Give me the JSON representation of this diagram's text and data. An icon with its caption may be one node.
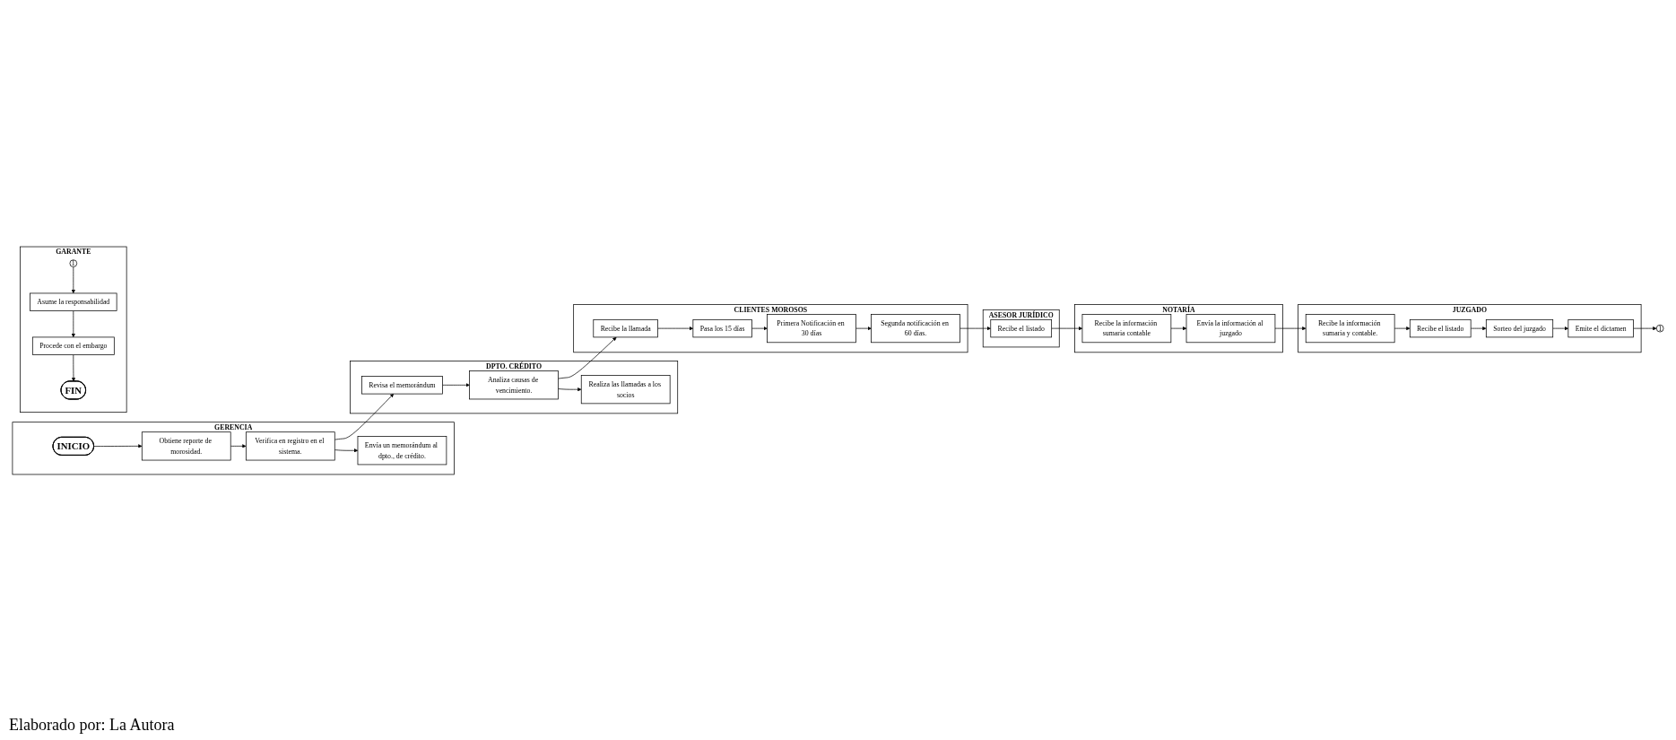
{
  "diagram": {
    "nodes": [
      {
        "text": [
          "GERENCIA"
        ]
      },
      {
        "text": [
          "INICIO"
        ],
        "in": 0
      },
      {
        "text": [
          "Obtiene reporte de morosidad."
        ],
        "in": 0
      },
      {
        "text": [
          "Verifica en registro en el sistema."
        ],
        "in": 0
      },
      {
        "text": [
          "Envía un memorándum al dpto., de crédito."
        ],
        "in": 0
      },
      {
        "text": [
          "DPTO. CRÉDITO"
        ]
      },
      {
        "text": [
          "Revisa el memorándum"
        ],
        "in": 5
      },
      {
        "text": [
          "Analiza causas de vencimiento."
        ],
        "in": 5
      },
      {
        "text": [
          "Realiza las llamadas a los socios"
        ],
        "in": 5
      },
      {
        "text": [
          "CLIENTES MOROSOS"
        ]
      },
      {
        "text": [
          "Recibe la llamada"
        ],
        "in": 9
      },
      {
        "text": [
          "Pasa los 15 días"
        ],
        "in": 9
      },
      {
        "text": [
          "Primera Notificación en 30 días"
        ],
        "in": 9
      },
      {
        "text": [
          "Segunda notificación en 60 días."
        ],
        "in": 9
      },
      {
        "text": [
          "ASESOR JURÍDICO"
        ]
      },
      {
        "text": [
          "Recibe el listado"
        ],
        "in": 14
      },
      {
        "text": [
          "NOTARÍA"
        ]
      },
      {
        "text": [
          "Recibe la información sumaria contable"
        ],
        "in": 16
      },
      {
        "text": [
          "Envía la información al juzgado"
        ],
        "in": 16
      },
      {
        "text": [
          "JUZGADO"
        ]
      },
      {
        "text": [
          "Recibe la información sumaria y contable."
        ],
        "in": 19
      },
      {
        "text": [
          "Recibe el listado"
        ],
        "in": 19
      },
      {
        "text": [
          "Sorteo del juzgado"
        ],
        "in": 19
      },
      {
        "text": [
          "Emite el dictamen"
        ],
        "in": 19
      },
      {
        "text": [
          "1"
        ]
      },
      {
        "text": [
          "GARANTE"
        ]
      },
      {
        "text": [
          "1"
        ],
        "in": 25
      },
      {
        "text": [
          "Asume la responsabilidad"
        ],
        "in": 25
      },
      {
        "text": [
          "Procede con el embargo"
        ],
        "in": 25
      },
      {
        "text": [
          "FIN"
        ],
        "in": 25
      }
    ],
    "edges": [
      {
        "from": 1,
        "to": 2,
        "arrow": "to"
      },
      {
        "from": 2,
        "to": 3,
        "arrow": "to"
      },
      {
        "from": 3,
        "to": 4,
        "arrow": "to"
      },
      {
        "from": 3,
        "to": 6,
        "arrow": "to"
      },
      {
        "from": 6,
        "to": 7,
        "arrow": "to"
      },
      {
        "from": 7,
        "to": 8,
        "arrow": "to"
      },
      {
        "from": 7,
        "to": 10,
        "arrow": "to"
      },
      {
        "from": 10,
        "to": 11,
        "arrow": "to"
      },
      {
        "from": 11,
        "to": 12,
        "arrow": "to"
      },
      {
        "from": 12,
        "to": 13,
        "arrow": "to"
      },
      {
        "from": 13,
        "to": 15,
        "arrow": "to"
      },
      {
        "from": 15,
        "to": 17,
        "arrow": "to"
      },
      {
        "from": 17,
        "to": 18,
        "arrow": "to"
      },
      {
        "from": 18,
        "to": 20,
        "arrow": "to"
      },
      {
        "from": 20,
        "to": 21,
        "arrow": "to"
      },
      {
        "from": 21,
        "to": 22,
        "arrow": "to"
      },
      {
        "from": 22,
        "to": 23,
        "arrow": "to"
      },
      {
        "from": 23,
        "to": 24,
        "arrow": "to"
      },
      {
        "from": 26,
        "to": 27,
        "arrow": "to"
      },
      {
        "from": 27,
        "to": 28,
        "arrow": "to"
      },
      {
        "from": 28,
        "to": 29,
        "arrow": "to"
      }
    ],
    "labels": [
      "Elaborado por: La Autora"
    ]
  }
}
